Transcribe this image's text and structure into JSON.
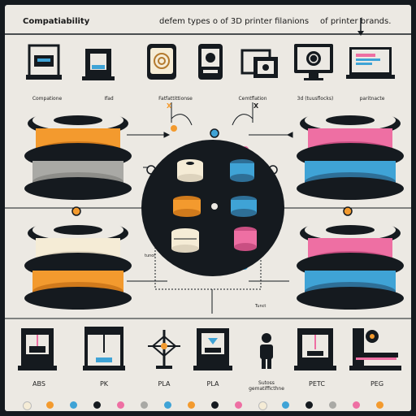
{
  "header": {
    "left": "Compatiability",
    "middle": "defem types o of   3D printer filanions",
    "right": "of printer brands."
  },
  "top_labels": [
    "Compatione",
    "Ifad",
    "Fatfattittionse",
    "Cemtflation",
    "3d (tuusflocks)",
    "paritnacte"
  ],
  "bottom_labels": [
    "ABS",
    "PK",
    "PLA",
    "PLA",
    "Sutoss gematifficthne",
    "PETC",
    "PEG"
  ],
  "side_labels": {
    "left": "tunol",
    "right": "Tunct"
  },
  "marks": {
    "x_left": "X",
    "x_right": "X"
  },
  "colors": {
    "background": "#ece9e3",
    "dark": "#151a1f",
    "orange": "#f39a2e",
    "pink": "#ee6fa3",
    "blue": "#3fa3d6",
    "cream": "#f5ecd6",
    "gray": "#a9a9a5"
  },
  "swatches": [
    "#f5ecd6",
    "#f39a2e",
    "#3fa3d6",
    "#151a1f",
    "#ee6fa3",
    "#a9a9a5",
    "#3fa3d6",
    "#f39a2e",
    "#151a1f",
    "#ee6fa3",
    "#f5ecd6",
    "#3fa3d6",
    "#151a1f",
    "#a9a9a5",
    "#ee6fa3",
    "#f39a2e"
  ]
}
